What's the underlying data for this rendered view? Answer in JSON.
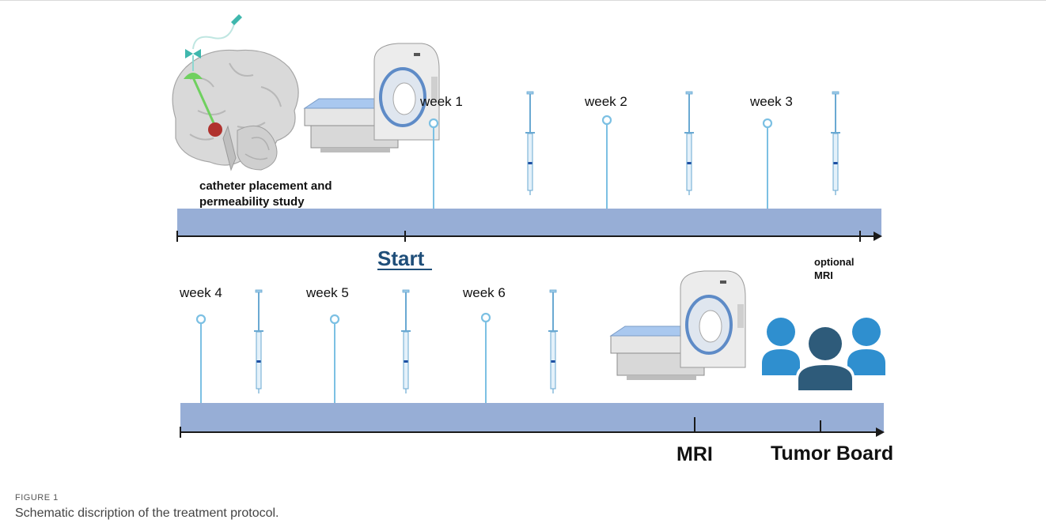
{
  "timeline_top": {
    "weeks": [
      "week 1",
      "week 2",
      "week 3"
    ],
    "procedure_label_line1": "catheter placement and",
    "procedure_label_line2": "permeability study",
    "start_label": "Start",
    "end_label_line1": "optional",
    "end_label_line2": "MRI"
  },
  "timeline_bottom": {
    "weeks": [
      "week 4",
      "week 5",
      "week 6"
    ],
    "mri_label": "MRI",
    "tumor_board_label": "Tumor Board"
  },
  "colors": {
    "band": "#97aed6",
    "stem": "#7cc0e3",
    "start_link": "#1f4e79",
    "axis": "#1a1a1a",
    "people_light": "#2f8fcf",
    "people_dark": "#2e5b7a"
  },
  "caption": {
    "figure_label": "FIGURE 1",
    "text": "Schematic discription of the treatment protocol."
  }
}
